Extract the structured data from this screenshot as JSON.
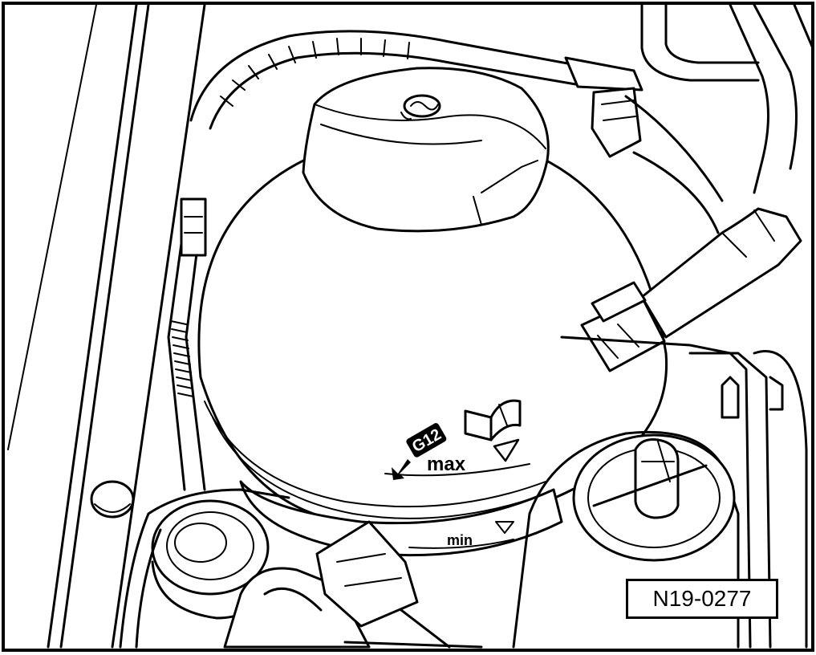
{
  "figure": {
    "number": "N19-0277",
    "reservoir_labels": {
      "coolant_spec": "G12",
      "max_mark": "max",
      "min_mark": "min"
    },
    "colors": {
      "line": "#000000",
      "background": "#ffffff"
    }
  }
}
